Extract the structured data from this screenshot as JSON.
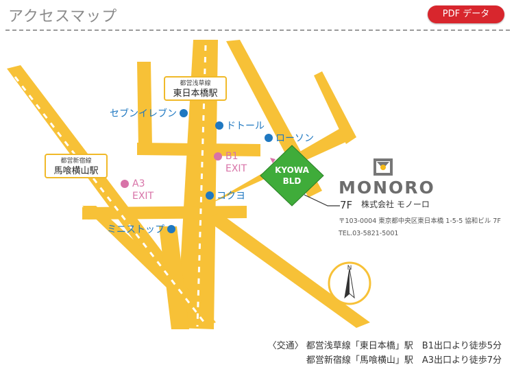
{
  "header": {
    "title": "アクセスマップ",
    "pdf_button_label": "PDF データ"
  },
  "stations": [
    {
      "line": "都営浅草線",
      "name": "東日本橋駅"
    },
    {
      "line": "都営新宿線",
      "name": "馬喰横山駅"
    }
  ],
  "landmarks": {
    "seven_eleven": "セブンイレブン",
    "doutor": "ドトール",
    "lawson": "ローソン",
    "kokuyo": "コクヨ",
    "ministop": "ミニストップ"
  },
  "exits": {
    "b1": {
      "name": "B1",
      "sub": "EXIT"
    },
    "a3": {
      "name": "A3",
      "sub": "EXIT"
    }
  },
  "building": {
    "line1": "KYOWA",
    "line2": "BLD"
  },
  "company": {
    "logo_text": "MONORO",
    "floor": "7F",
    "name": "株式会社 モノーロ",
    "address": "〒103-0004 東京都中央区東日本橋 1-5-5 協和ビル 7F",
    "tel": "TEL.03-5821-5001"
  },
  "compass": {
    "label": "N"
  },
  "access": {
    "line1": "〈交通〉 都営浅草線「東日本橋」駅　B1出口より徒歩5分",
    "line2": "都営新宿線「馬喰横山」駅　A3出口より徒歩7分"
  },
  "colors": {
    "road": "#f7c137",
    "marker_blue": "#1f78c1",
    "marker_pink": "#d873a8",
    "building": "#3fac3a",
    "header_button": "#d8262d",
    "station_box_border": "#f0b929"
  }
}
